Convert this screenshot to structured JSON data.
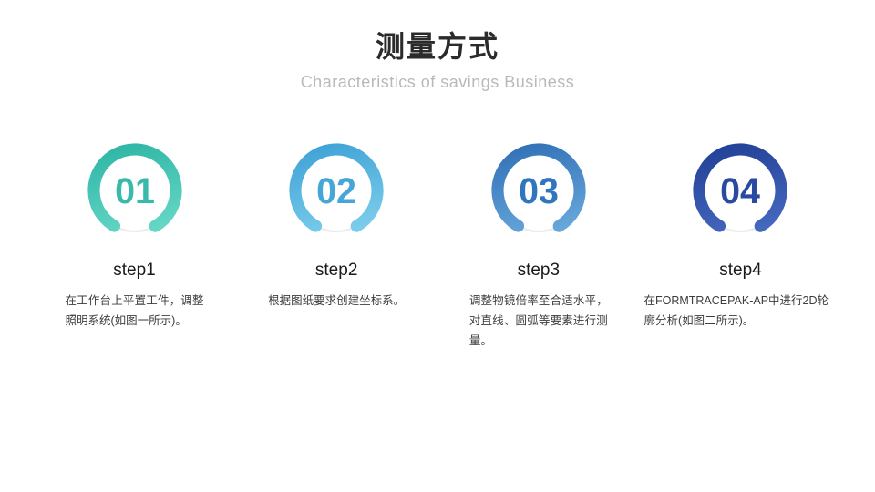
{
  "slide": {
    "title": "测量方式",
    "subtitle": "Characteristics of savings Business"
  },
  "steps": [
    {
      "number": "01",
      "label": "step1",
      "desc": "在工作台上平置工件，调整照明系统(如图一所示)。",
      "color_start": "#2ab3a3",
      "color_end": "#6edccb",
      "number_color": "#38b9ab"
    },
    {
      "number": "02",
      "label": "step2",
      "desc": "根据图纸要求创建坐标系。",
      "color_start": "#3a9fd4",
      "color_end": "#85d3ef",
      "number_color": "#46a6d7"
    },
    {
      "number": "03",
      "label": "step3",
      "desc": "调整物镜倍率至合适水平，对直线、圆弧等要素进行测量。",
      "color_start": "#2e6cb4",
      "color_end": "#6fb0e0",
      "number_color": "#2f76be"
    },
    {
      "number": "04",
      "label": "step4",
      "desc": "在FORMTRACEPAK-AP中进行2D轮廓分析(如图二所示)。",
      "color_start": "#1f3d94",
      "color_end": "#4a6fc4",
      "number_color": "#2a4aa2"
    }
  ]
}
